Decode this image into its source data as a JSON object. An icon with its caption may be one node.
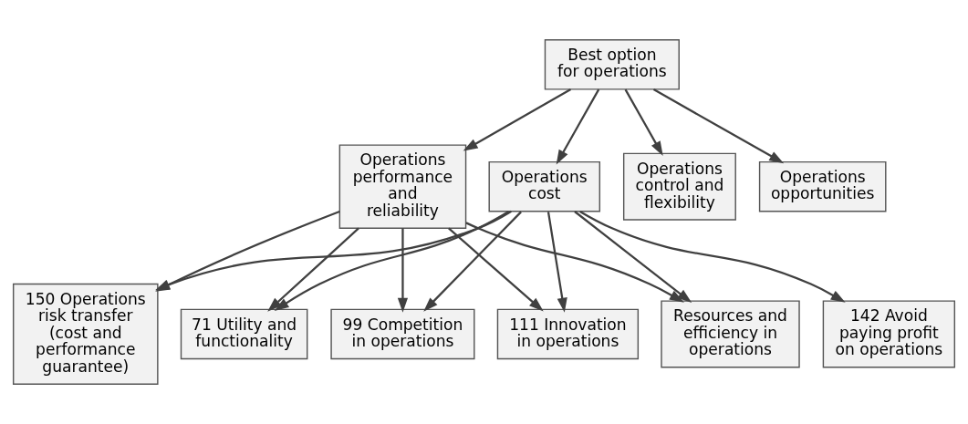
{
  "diagram": {
    "nodes": [
      {
        "text": [
          "Best option for operations"
        ]
      },
      {
        "text": [
          "Operations cost"
        ]
      },
      {
        "text": [
          "Operations performance and reliability"
        ]
      },
      {
        "text": [
          "Operations control and flexibility"
        ]
      },
      {
        "text": [
          "Operations opportunities"
        ]
      },
      {
        "text": [
          "71 Utility and functionality"
        ]
      },
      {
        "text": [
          "99 Competition in operations"
        ]
      },
      {
        "text": [
          "111 Innovation in operations"
        ]
      },
      {
        "text": [
          "Resources and efficiency in operations"
        ]
      },
      {
        "text": [
          "142 Avoid paying profit on operations"
        ]
      },
      {
        "text": [
          "150 Operations risk transfer (cost and performance guarantee)"
        ]
      }
    ],
    "edges": [
      {
        "from": 0,
        "to": 1,
        "arrow": "to"
      },
      {
        "from": 0,
        "to": 2,
        "arrow": "to"
      },
      {
        "from": 0,
        "to": 3,
        "arrow": "to"
      },
      {
        "from": 0,
        "to": 4,
        "arrow": "to"
      },
      {
        "from": 1,
        "to": 5,
        "arrow": "to"
      },
      {
        "from": 1,
        "to": 6,
        "arrow": "to"
      },
      {
        "from": 1,
        "to": 7,
        "arrow": "to"
      },
      {
        "from": 1,
        "to": 8,
        "arrow": "to"
      },
      {
        "from": 1,
        "to": 9,
        "arrow": "to"
      },
      {
        "from": 1,
        "to": 10,
        "arrow": "to"
      },
      {
        "from": 2,
        "to": 5,
        "arrow": "to"
      },
      {
        "from": 2,
        "to": 6,
        "arrow": "to"
      },
      {
        "from": 2,
        "to": 7,
        "arrow": "to"
      },
      {
        "from": 2,
        "to": 8,
        "arrow": "to"
      },
      {
        "from": 2,
        "to": 10,
        "arrow": "to"
      }
    ]
  }
}
